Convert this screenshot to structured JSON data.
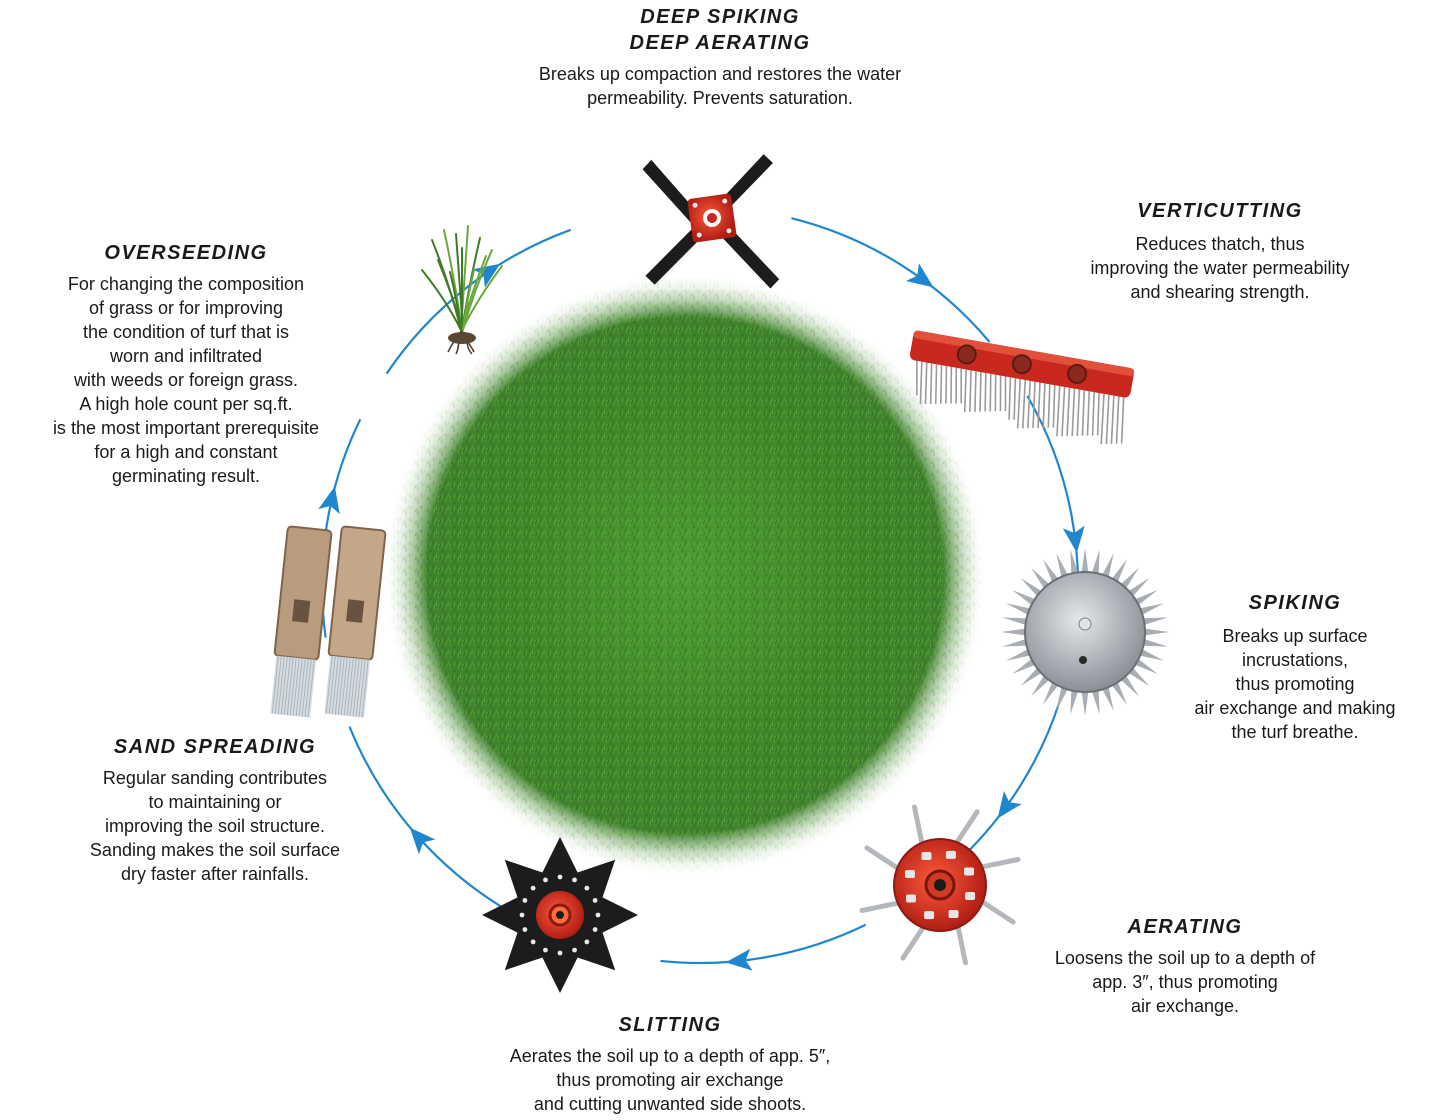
{
  "diagram": {
    "stages": [
      {
        "id": "deep-spiking",
        "title_lines": [
          "DEEP SPIKING",
          "DEEP AERATING"
        ],
        "description_lines": [
          "Breaks up compaction and restores the water",
          "permeability. Prevents saturation."
        ]
      },
      {
        "id": "verticutting",
        "title_lines": [
          "VERTICUTTING"
        ],
        "description_lines": [
          "Reduces thatch, thus",
          "improving the water permeability",
          "and shearing strength."
        ]
      },
      {
        "id": "spiking",
        "title_lines": [
          "SPIKING"
        ],
        "description_lines": [
          "Breaks up surface",
          "incrustations,",
          "thus promoting",
          "air exchange and making",
          "the turf breathe."
        ]
      },
      {
        "id": "aerating",
        "title_lines": [
          "AERATING"
        ],
        "description_lines": [
          "Loosens the soil up to a depth of",
          "app. 3″, thus promoting",
          "air exchange."
        ]
      },
      {
        "id": "slitting",
        "title_lines": [
          "SLITTING"
        ],
        "description_lines": [
          "Aerates the soil up to a depth of app. 5″,",
          "thus promoting air exchange",
          "and cutting unwanted side shoots."
        ]
      },
      {
        "id": "sand-spreading",
        "title_lines": [
          "SAND SPREADING"
        ],
        "description_lines": [
          "Regular sanding contributes",
          "to maintaining or",
          "improving the soil structure.",
          "Sanding makes the soil surface",
          "dry faster after rainfalls."
        ]
      },
      {
        "id": "overseeding",
        "title_lines": [
          "OVERSEEDING"
        ],
        "description_lines": [
          "For changing the composition",
          "of grass or for improving",
          "the condition of turf that is",
          "worn and infiltrated",
          "with weeds or foreign grass.",
          "A high hole count per sq.ft.",
          "is the most important prerequisite",
          "for a high and constant",
          "germinating result."
        ]
      }
    ],
    "colors": {
      "arrow": "#1f86cf",
      "tool_red": "#c8281e",
      "tool_black": "#1c1c1c",
      "grass_dark": "#2e6b22",
      "grass_light": "#5aa83c",
      "text": "#1a1a1a"
    }
  }
}
